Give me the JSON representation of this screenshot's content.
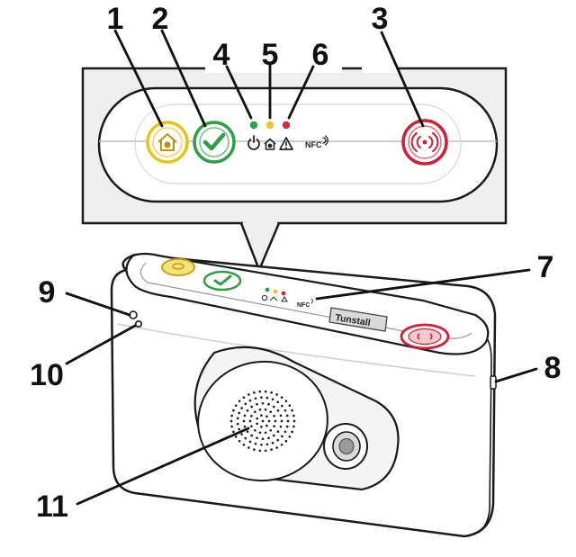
{
  "callouts": [
    "1",
    "2",
    "3",
    "4",
    "5",
    "6",
    "7",
    "8",
    "9",
    "10",
    "11"
  ],
  "panel": {
    "nfc_label": "NFC",
    "led_colors": {
      "power": "#2f9e44",
      "home": "#f2c12e",
      "alarm": "#d6283a"
    },
    "button_colors": {
      "home": "#e8c21c",
      "check": "#2f9e44",
      "alarm": "#d01f36"
    }
  },
  "device": {
    "brand": "Tunstall",
    "nfc_label": "NFC"
  }
}
